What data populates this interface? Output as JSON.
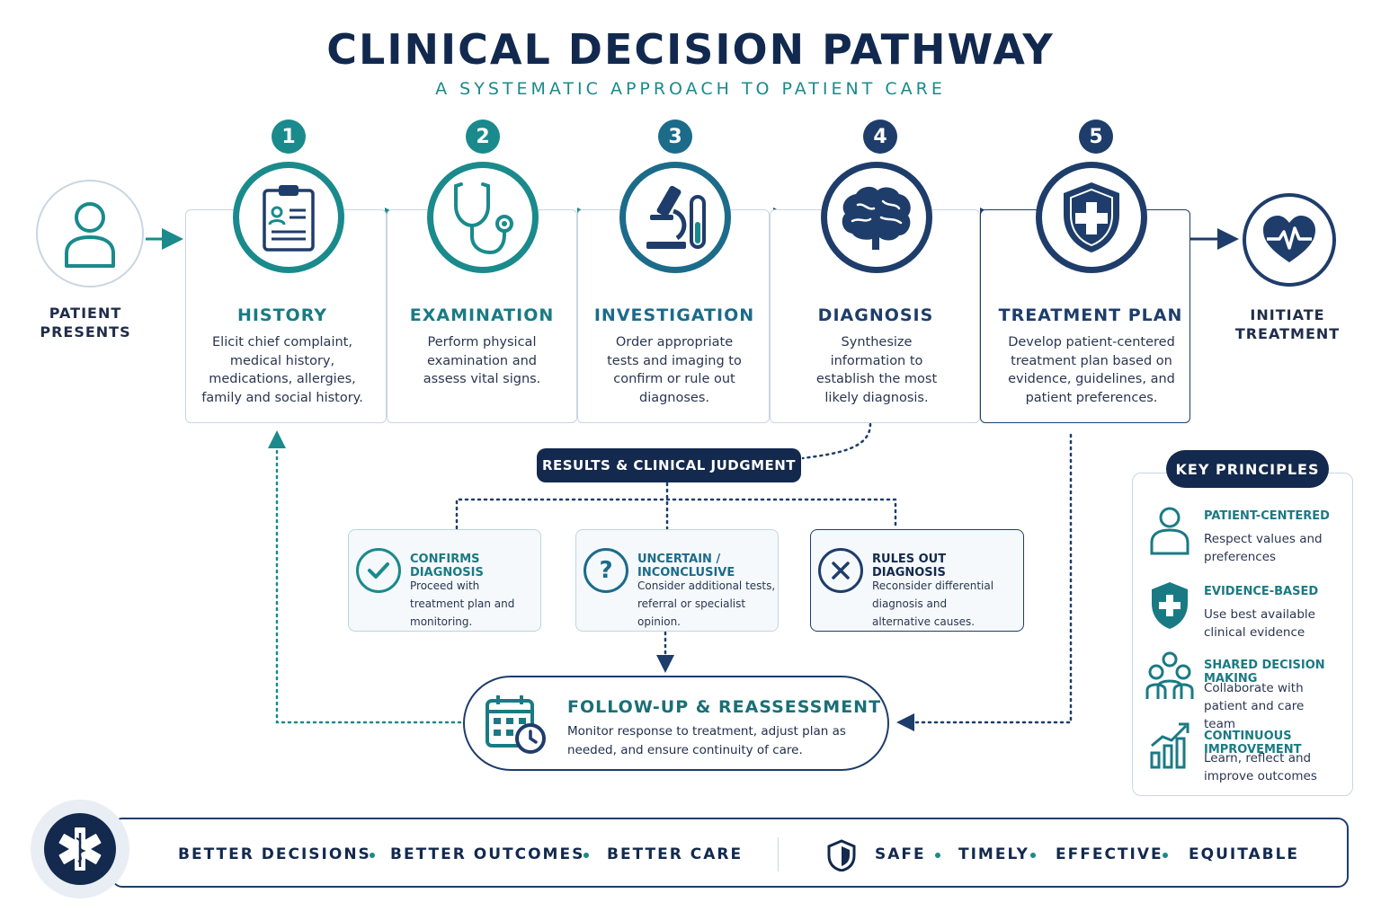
{
  "title": "CLINICAL DECISION PATHWAY",
  "subtitle": "A SYSTEMATIC APPROACH TO PATIENT CARE",
  "start_label": "PATIENT\nPRESENTS",
  "end_label": "INITIATE\nTREATMENT",
  "steps": [
    {
      "number": "1",
      "title": "HISTORY",
      "description": "Elicit chief complaint, medical history, medications, allergies, family and social history.",
      "icon": "clipboard-icon",
      "color": "#1a8a8c"
    },
    {
      "number": "2",
      "title": "EXAMINATION",
      "description": "Perform physical examination and assess vital signs.",
      "icon": "stethoscope-icon",
      "color": "#1a8a8c"
    },
    {
      "number": "3",
      "title": "INVESTIGATION",
      "description": "Order appropriate tests and imaging to confirm or rule out diagnoses.",
      "icon": "microscope-icon",
      "color": "#1c6b8a"
    },
    {
      "number": "4",
      "title": "DIAGNOSIS",
      "description": "Synthesize information to establish the most likely diagnosis.",
      "icon": "brain-icon",
      "color": "#1e3d6b"
    },
    {
      "number": "5",
      "title": "TREATMENT PLAN",
      "description": "Develop patient-centered treatment plan based on evidence, guidelines, and patient preferences.",
      "icon": "shield-cross-icon",
      "color": "#1e3d6b"
    }
  ],
  "results_label": "RESULTS & CLINICAL JUDGMENT",
  "outcomes": [
    {
      "title": "CONFIRMS DIAGNOSIS",
      "description": "Proceed with treatment plan and monitoring.",
      "icon": "check-icon"
    },
    {
      "title": "UNCERTAIN / INCONCLUSIVE",
      "description": "Consider additional tests, referral or specialist opinion.",
      "icon": "question-icon"
    },
    {
      "title": "RULES OUT DIAGNOSIS",
      "description": "Reconsider differential diagnosis and alternative causes.",
      "icon": "x-icon"
    }
  ],
  "followup": {
    "title": "FOLLOW-UP & REASSESSMENT",
    "description": "Monitor response to treatment, adjust plan as needed, and ensure continuity of care.",
    "icon": "calendar-clock-icon"
  },
  "principles": {
    "heading": "KEY PRINCIPLES",
    "items": [
      {
        "title": "PATIENT-CENTERED",
        "description": "Respect values and preferences",
        "icon": "person-icon"
      },
      {
        "title": "EVIDENCE-BASED",
        "description": "Use best available clinical evidence",
        "icon": "shield-cross-icon"
      },
      {
        "title": "SHARED DECISION MAKING",
        "description": "Collaborate with patient and care team",
        "icon": "group-icon"
      },
      {
        "title": "CONTINUOUS IMPROVEMENT",
        "description": "Learn, reflect and improve outcomes",
        "icon": "growth-chart-icon"
      }
    ]
  },
  "footer": {
    "left": [
      "BETTER DECISIONS",
      "BETTER OUTCOMES",
      "BETTER CARE"
    ],
    "right": [
      "SAFE",
      "TIMELY",
      "EFFECTIVE",
      "EQUITABLE"
    ],
    "logo_icon": "star-of-life-icon",
    "shield_icon": "shield-icon"
  },
  "colors": {
    "navy": "#13294d",
    "teal": "#1a8a8c",
    "border": "#c9d6e2"
  }
}
